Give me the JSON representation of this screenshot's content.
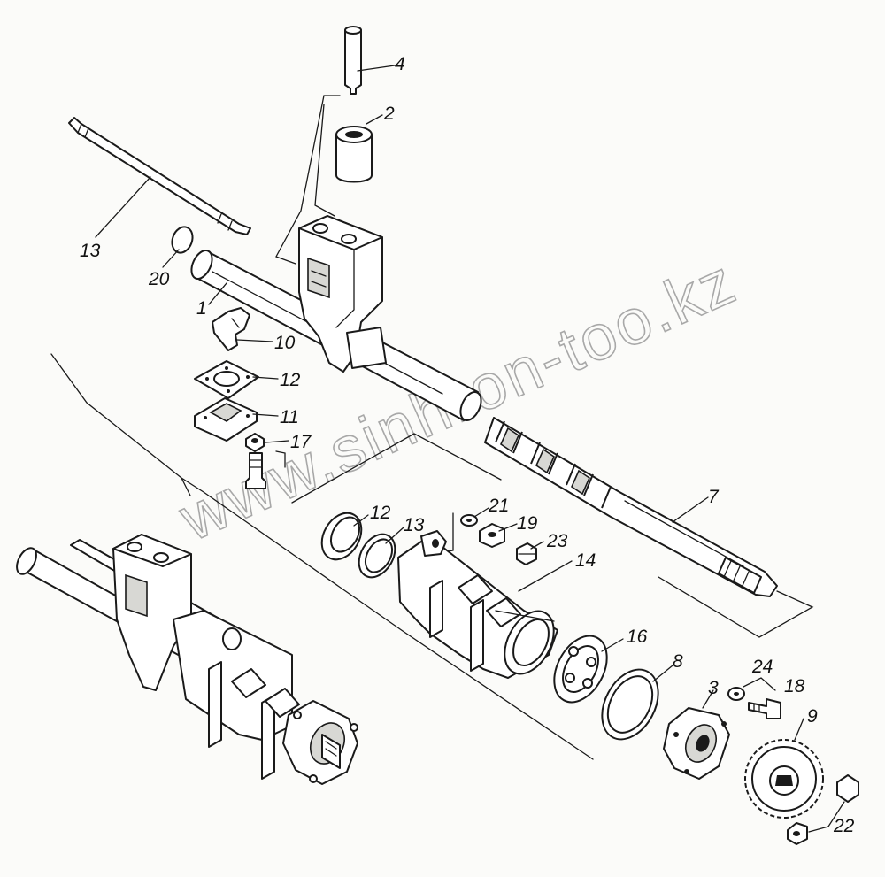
{
  "watermark": "www.sinhron-too.kz",
  "callouts": {
    "c4": "4",
    "c2": "2",
    "c13a": "13",
    "c20": "20",
    "c1": "1",
    "c10": "10",
    "c12a": "12",
    "c11": "11",
    "c17": "17",
    "c7": "7",
    "c21": "21",
    "c19": "19",
    "c12b": "12",
    "c13b": "13",
    "c23": "23",
    "c14": "14",
    "c16": "16",
    "c8": "8",
    "c3": "3",
    "c24": "24",
    "c18": "18",
    "c9": "9",
    "c22": "22"
  }
}
